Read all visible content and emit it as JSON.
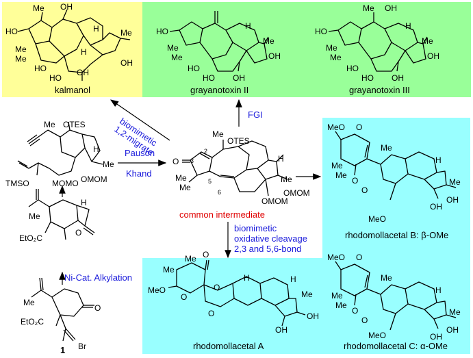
{
  "colors": {
    "yellow_panel": "#ffff99",
    "green_panel": "#99ff99",
    "cyan_panel": "#99ffff",
    "reagent_blue": "#1a1adb",
    "highlight_red": "#e00000"
  },
  "compounds": {
    "kalmanol": "kalmanol",
    "grayanotoxin_ii": "grayanotoxin II",
    "grayanotoxin_iii": "grayanotoxin III",
    "rhodomollacetal_b": "rhodomollacetal B: β-OMe",
    "rhodomollacetal_a": "rhodomollacetal A",
    "rhodomollacetal_c": "rhodomollacetal C: α-OMe",
    "common_intermediate": "common intermediate",
    "start_number": "1"
  },
  "reagents": {
    "biomimetic_migrate_1": "biomimetic",
    "biomimetic_migrate_2": "1,2-migrate",
    "fgi": "FGI",
    "pauson": "Pauson",
    "khand": "Khand",
    "ni_alkylation": "Ni-Cat. Alkylation",
    "cleavage_1": "biomimetic",
    "cleavage_2": "oxidative cleavage",
    "cleavage_3": "2,3 and 5,6-bond"
  },
  "atom_labels": {
    "OH": "OH",
    "HO": "HO",
    "Me": "Me",
    "H": "H",
    "OTES": "OTES",
    "OMOM": "OMOM",
    "TMSO": "TMSO",
    "MOMO": "MOMO",
    "MeO": "MeO",
    "O": "O",
    "EtO2C": "EtO₂C",
    "Br": "Br",
    "n2": "2",
    "n3": "3",
    "n5": "5",
    "n6": "6"
  }
}
